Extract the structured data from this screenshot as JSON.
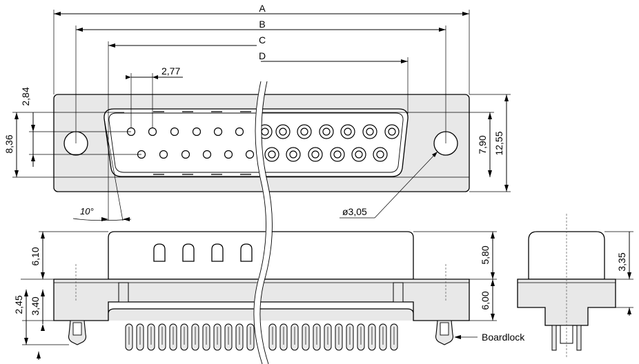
{
  "drawing": {
    "dimensions": {
      "A": "A",
      "B": "B",
      "C": "C",
      "D": "D",
      "pitch": "2,77",
      "pin_row_offset": "2,84",
      "row_spacing": "8,36",
      "hole_offset": "7,90",
      "flange_height": "12,55",
      "hole_dia": "ø3,05",
      "angle": "10°",
      "shell_height": "6,10",
      "shell_height_side": "5,80",
      "base_height": "6,00",
      "side_height": "3,35",
      "lead_a": "2,45",
      "lead_b": "3,40"
    },
    "callouts": {
      "boardlock": "Boardlock"
    }
  }
}
